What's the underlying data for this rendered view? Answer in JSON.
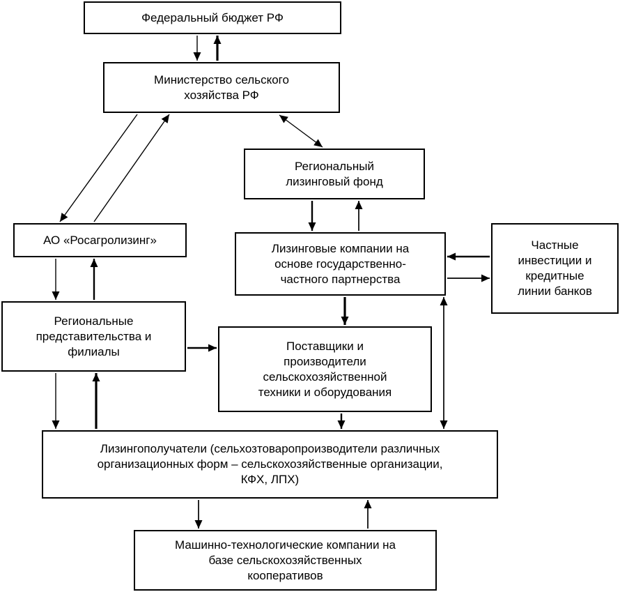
{
  "diagram": {
    "title": "Scheme of agricultural leasing organization",
    "colors": {
      "background": "#ffffff",
      "box_fill": "#ffffff",
      "box_border": "#000000",
      "line": "#000000",
      "text": "#000000"
    },
    "boxes": [
      {
        "id": "federal-budget",
        "label": "Федеральный бюджет РФ"
      },
      {
        "id": "ministry",
        "label": "Министерство сельского\nхозяйства РФ"
      },
      {
        "id": "regional-leasing-fund",
        "label": "Региональный\nлизинговый фонд"
      },
      {
        "id": "rosagroleasing",
        "label": "АО «Росагролизинг»"
      },
      {
        "id": "leasing-companies",
        "label": "Лизинговые компании на\nоснове государственно-\nчастного партнерства"
      },
      {
        "id": "private-investments",
        "label": "Частные\nинвестиции и\nкредитные\nлинии банков"
      },
      {
        "id": "regional-offices",
        "label": "Региональные\nпредставительства и\nфилиалы"
      },
      {
        "id": "suppliers",
        "label": "Поставщики и\nпроизводители\nсельскохозяйственной\nтехники и оборудования"
      },
      {
        "id": "lessees",
        "label": "Лизингополучатели (сельхозтоваропроизводители различных\nорганизационных форм – сельскохозяйственные организации,\nКФХ, ЛПХ)"
      },
      {
        "id": "machine-tech-companies",
        "label": "Машинно-технологические компании на\nбазе сельскохозяйственных\nкооперативов"
      }
    ]
  }
}
